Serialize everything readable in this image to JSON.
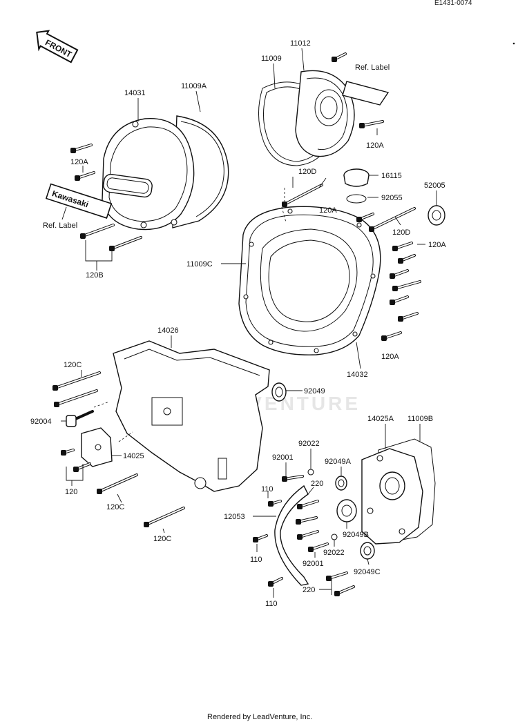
{
  "header": {
    "code": "E1431-0074"
  },
  "front_badge": {
    "text": "FRONT"
  },
  "ref_label_a": {
    "text": "Ref. Label"
  },
  "ref_label_b": {
    "text": "Ref.  Label"
  },
  "brand_label": {
    "text": "Kawasaki"
  },
  "watermark": {
    "text": "LEADVENTURE"
  },
  "footer": {
    "text": "Rendered by LeadVenture, Inc."
  },
  "parts": {
    "p11012": "11012",
    "p11009": "11009",
    "p14031": "14031",
    "p11009A": "11009A",
    "p120A_1": "120A",
    "p120A_2": "120A",
    "p120A_3": "120A",
    "p120A_4": "120A",
    "p120A_5": "120A",
    "p120B": "120B",
    "p120D_1": "120D",
    "p120D_2": "120D",
    "p16115": "16115",
    "p92055": "92055",
    "p52005": "52005",
    "p11009C": "11009C",
    "p14026": "14026",
    "p14032": "14032",
    "p92049": "92049",
    "p120C_1": "120C",
    "p120C_2": "120C",
    "p120C_3": "120C",
    "p92004": "92004",
    "p14025": "14025",
    "p120": "120",
    "p14025A": "14025A",
    "p11009B": "11009B",
    "p92022_1": "92022",
    "p92022_2": "92022",
    "p92001_1": "92001",
    "p92001_2": "92001",
    "p92049A": "92049A",
    "p92049B": "92049B",
    "p92049C": "92049C",
    "p110_1": "110",
    "p110_2": "110",
    "p110_3": "110",
    "p220_1": "220",
    "p220_2": "220",
    "p12053": "12053"
  }
}
